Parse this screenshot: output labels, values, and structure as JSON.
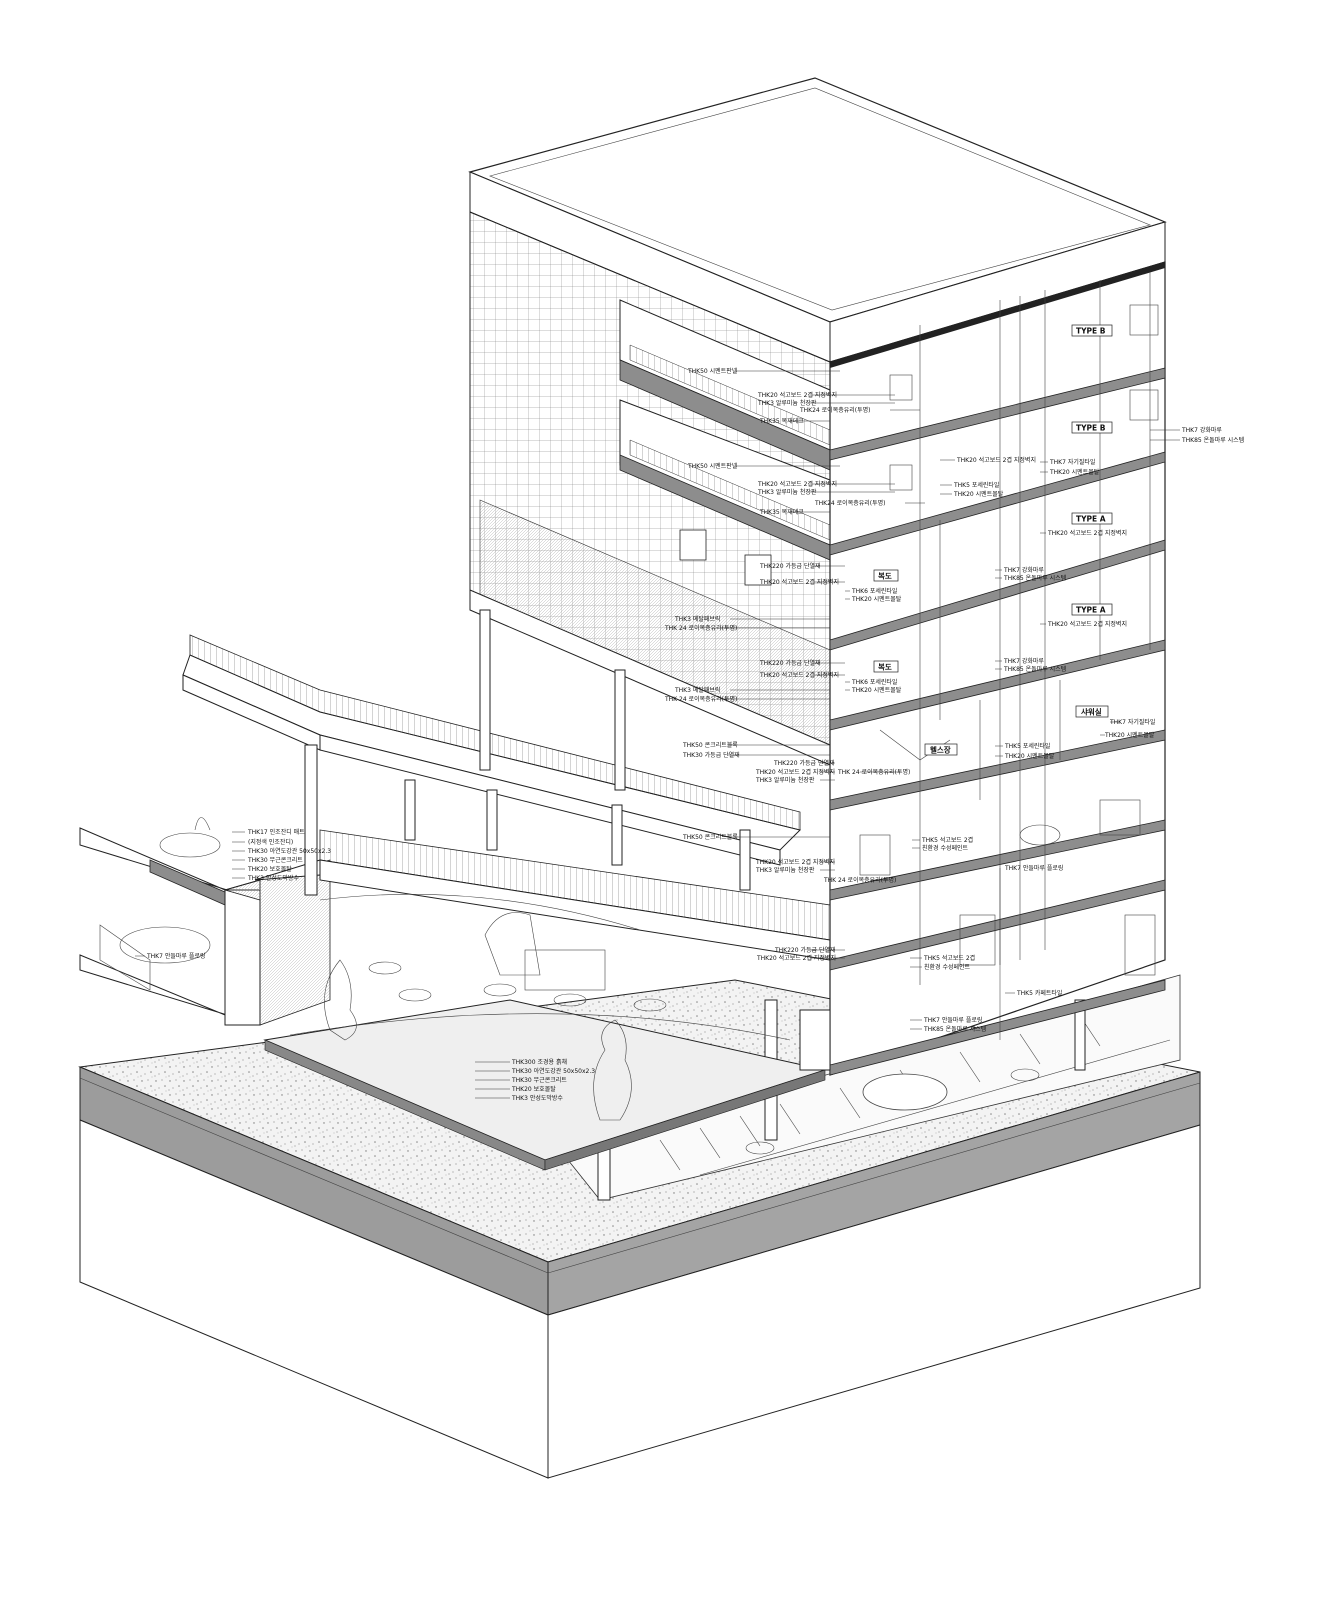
{
  "rooms": {
    "type_b_1": "TYPE B",
    "type_b_2": "TYPE B",
    "type_a_1": "TYPE A",
    "type_a_2": "TYPE A",
    "corridor_1": "복도",
    "corridor_2": "복도",
    "shower": "샤워실",
    "gym": "헬스장"
  },
  "labels": {
    "l01": "THK50 시멘트판넬",
    "l02": "THK20 석고보드 2겹 지정벽지",
    "l03": "THK3 알루미늄 천장판",
    "l04": "THK24 로이복층유리(투명)",
    "l05": "THK35 목재데크",
    "l06": "THK50 시멘트판넬",
    "l07": "THK20 석고보드 2겹 지정벽지",
    "l08": "THK3 알루미늄 천장판",
    "l09": "THK24 로이복층유리(투명)",
    "l10": "THK35 목재데크",
    "l11": "THK7 강화마루",
    "l12": "THK85 온돌마루 시스템",
    "l13": "THK20 석고보드 2겹 지정벽지",
    "l14": "THK7 자기질타일",
    "l15": "THK20 시멘트몰탈",
    "l16": "THK5 포세린타일",
    "l17": "THK20 시멘트몰탈",
    "l18": "THK220 가등급 단열재",
    "l19": "THK20 석고보드 2겹 지정벽지",
    "l20": "THK6 포세린타일",
    "l21": "THK20 시멘트몰탈",
    "l22": "THK20 석고보드 2겹 지정벽지",
    "l23": "THK7 강화마루",
    "l24": "THK85 온돌마루 시스템",
    "l25": "THK3 메탈패브릭",
    "l26": "THK 24 로이복층유리(투명)",
    "l27": "THK20 석고보드 2겹 지정벽지",
    "l28": "THK220 가등급 단열재",
    "l29": "THK20 석고보드 2겹 지정벽지",
    "l30": "THK6 포세린타일",
    "l31": "THK20 시멘트몰탈",
    "l32": "THK7 강화마루",
    "l33": "THK85 온돌마루 시스템",
    "l34": "THK3 메탈패브릭",
    "l35": "THK 24 로이복층유리(투명)",
    "l36": "THK7 자기질타일",
    "l37": "THK20 시멘트몰탈",
    "l38": "THK50 콘크리트블록",
    "l39": "THK30 가등급 단열재",
    "l40": "THK220 가등급 단열재",
    "l41": "THK20 석고보드 2겹 지정벽지",
    "l42": "THK3 알루미늄 천장판",
    "l43": "THK 24 로이복층유리(투명)",
    "l44": "THK5 포세린타일",
    "l45": "THK20 시멘트몰탈",
    "l46": "THK50 콘크리트블록",
    "l47": "THK20 석고보드 2겹 지정벽지",
    "l48": "THK3 알루미늄 천장판",
    "l49": "THK 24 로이복층유리(투명)",
    "l50": "THK5 석고보드 2겹",
    "l51": "친환경 수성페인트",
    "l52": "THK7 안들마루 플로링",
    "l53": "THK17 인조잔디 매트",
    "l54": "(지정색 인조잔디)",
    "l55": "THK30 아연도강관 50x50x2.3",
    "l56": "THK30 무근콘크리트",
    "l57": "THK20 보호몰탈",
    "l58": "THK3 안성도막방수",
    "l59": "THK7 안들마루 플로링",
    "l60": "THK220 가등급 단열재",
    "l61": "THK20 석고보드 2겹 지정벽지",
    "l62": "THK5 석고보드 2겹",
    "l63": "친환경 수성페인트",
    "l64": "THK5 카페트타일",
    "l65": "THK7 안들마루 플로링",
    "l66": "THK85 온돌마루 시스템",
    "l67": "THK300 조경용 흙채",
    "l68": "THK30 아연도강관 50x50x2.3",
    "l69": "THK30 무근콘크리트",
    "l70": "THK20 보호몰탈",
    "l71": "THK3 안성도막방수"
  }
}
